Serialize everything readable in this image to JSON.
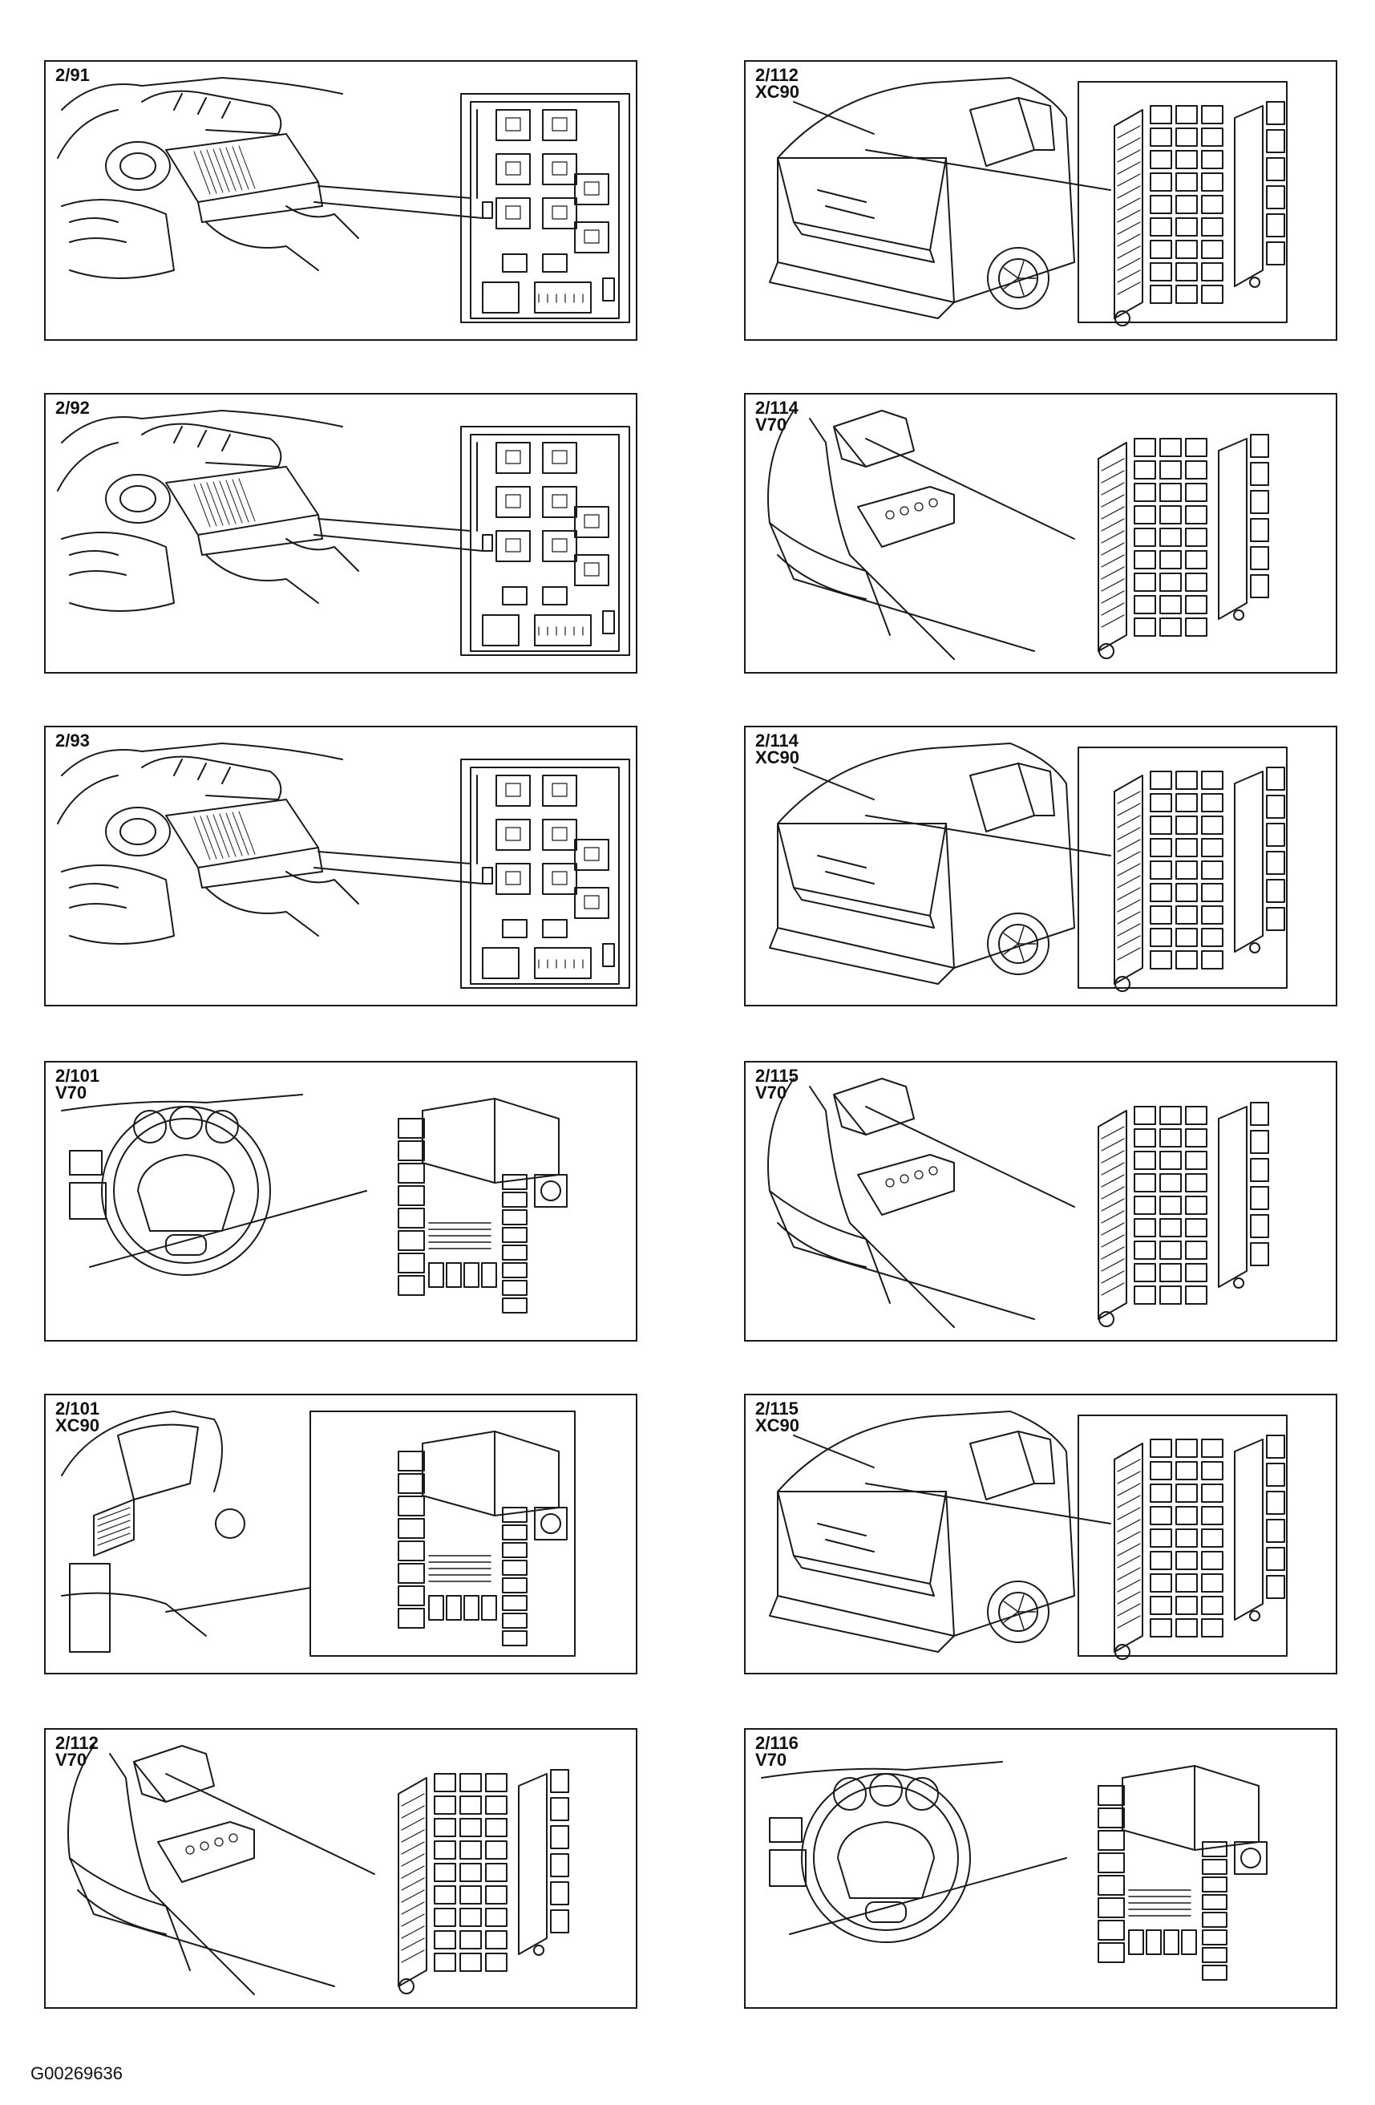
{
  "panels": [
    {
      "id": "p1",
      "code": "2/91",
      "model": "",
      "view": "engine",
      "detail": "relay-box"
    },
    {
      "id": "p2",
      "code": "2/112",
      "model": "XC90",
      "view": "suv-rear",
      "detail": "fuse-block"
    },
    {
      "id": "p3",
      "code": "2/92",
      "model": "",
      "view": "engine",
      "detail": "relay-box"
    },
    {
      "id": "p4",
      "code": "2/114",
      "model": "V70",
      "view": "wagon-cargo",
      "detail": "fuse-block"
    },
    {
      "id": "p5",
      "code": "2/93",
      "model": "",
      "view": "engine",
      "detail": "relay-box"
    },
    {
      "id": "p6",
      "code": "2/114",
      "model": "XC90",
      "view": "suv-rear",
      "detail": "fuse-block"
    },
    {
      "id": "p7",
      "code": "2/101",
      "model": "V70",
      "view": "steering-wheel",
      "detail": "central-module"
    },
    {
      "id": "p8",
      "code": "2/115",
      "model": "V70",
      "view": "wagon-cargo",
      "detail": "fuse-block"
    },
    {
      "id": "p9",
      "code": "2/101",
      "model": "XC90",
      "view": "dashboard",
      "detail": "central-module"
    },
    {
      "id": "p10",
      "code": "2/115",
      "model": "XC90",
      "view": "suv-rear",
      "detail": "fuse-block"
    },
    {
      "id": "p11",
      "code": "2/112",
      "model": "V70",
      "view": "wagon-cargo",
      "detail": "fuse-block"
    },
    {
      "id": "p12",
      "code": "2/116",
      "model": "V70",
      "view": "steering-wheel",
      "detail": "central-module"
    }
  ],
  "figure_id": "G00269636"
}
